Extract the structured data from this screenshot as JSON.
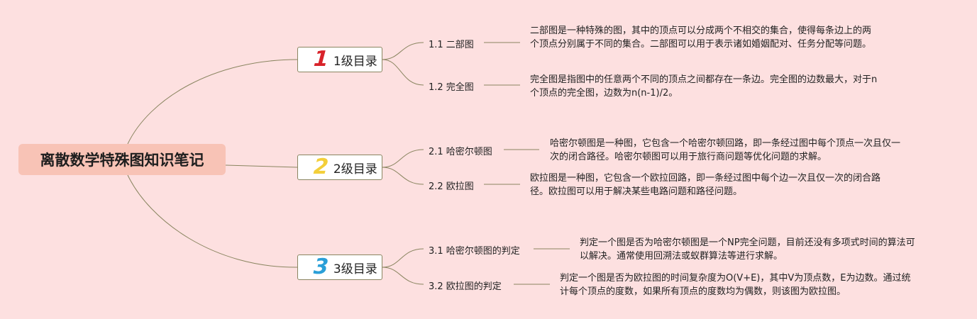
{
  "root": {
    "title": "离散数学特殊图知识笔记"
  },
  "branches": [
    {
      "number": "1",
      "number_color": "#d8232a",
      "label": "1级目录",
      "items": [
        {
          "label": "1.1 二部图",
          "desc": "二部图是一种特殊的图，其中的顶点可以分成两个不相交的集合，使得每条边上的两个顶点分别属于不同的集合。二部图可以用于表示诸如婚姻配对、任务分配等问题。"
        },
        {
          "label": "1.2 完全图",
          "desc": "完全图是指图中的任意两个不同的顶点之间都存在一条边。完全图的边数最大，对于n个顶点的完全图，边数为n(n-1)/2。"
        }
      ]
    },
    {
      "number": "2",
      "number_color": "#f3cf3a",
      "label": "2级目录",
      "items": [
        {
          "label": "2.1 哈密尔顿图",
          "desc": "哈密尔顿图是一种图，它包含一个哈密尔顿回路，即一条经过图中每个顶点一次且仅一次的闭合路径。哈密尔顿图可以用于旅行商问题等优化问题的求解。"
        },
        {
          "label": "2.2 欧拉图",
          "desc": "欧拉图是一种图，它包含一个欧拉回路，即一条经过图中每个边一次且仅一次的闭合路径。欧拉图可以用于解决某些电路问题和路径问题。"
        }
      ]
    },
    {
      "number": "3",
      "number_color": "#2a9fd8",
      "label": "3级目录",
      "items": [
        {
          "label": "3.1 哈密尔顿图的判定",
          "desc": "判定一个图是否为哈密尔顿图是一个NP完全问题，目前还没有多项式时间的算法可以解决。通常使用回溯法或蚁群算法等进行求解。"
        },
        {
          "label": "3.2 欧拉图的判定",
          "desc": "判定一个图是否为欧拉图的时间复杂度为O(V+E)，其中V为顶点数，E为边数。通过统计每个顶点的度数，如果所有顶点的度数均为偶数，则该图为欧拉图。"
        }
      ]
    }
  ],
  "colors": {
    "background": "#fde0e0",
    "root_fill": "#f8c3b6",
    "connector": "#8a8560"
  }
}
